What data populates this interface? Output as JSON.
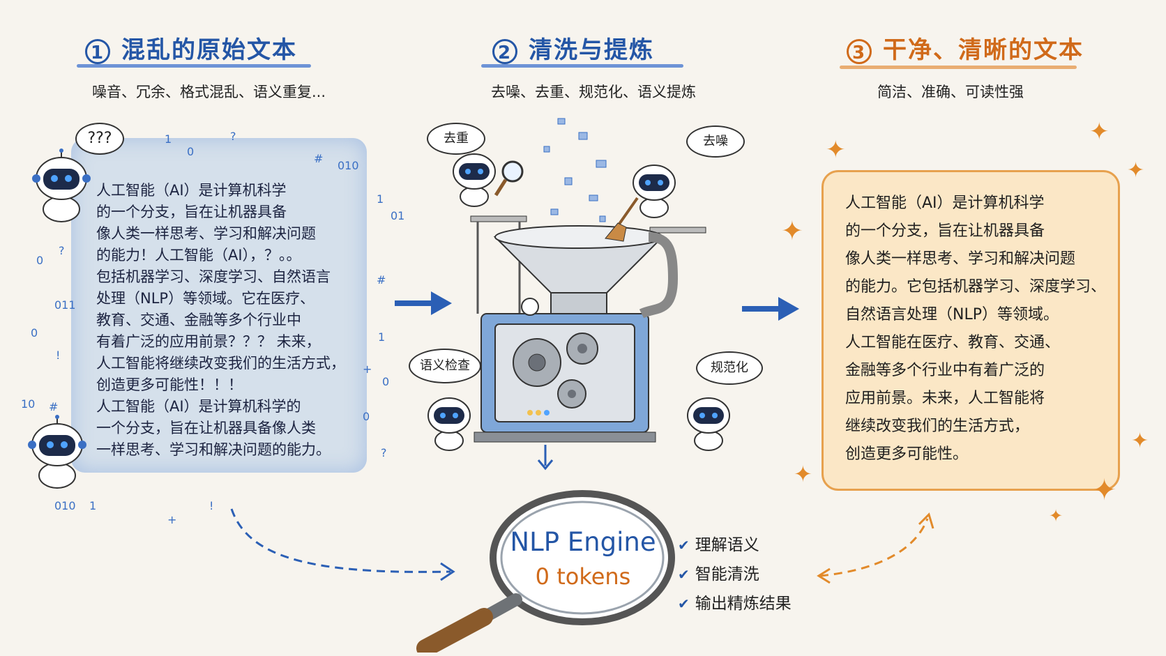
{
  "steps": [
    {
      "num": "1",
      "title": "混乱的原始文本",
      "subtitle": "噪音、冗余、格式混乱、语义重复..."
    },
    {
      "num": "2",
      "title": "清洗与提炼",
      "subtitle": "去噪、去重、规范化、语义提炼"
    },
    {
      "num": "3",
      "title": "干净、清晰的文本",
      "subtitle": "简洁、准确、可读性强"
    }
  ],
  "messy_text": "人工智能（AI）是计算机科学\n的一个分支，旨在让机器具备\n像人类一样思考、学习和解决问题\n的能力！人工智能（AI），？。。\n包括机器学习、深度学习、自然语言\n处理（NLP）等领域。它在医疗、\n教育、交通、金融等多个行业中\n有着广泛的应用前景？？？ 未来，\n人工智能将继续改变我们的生活方式，\n创造更多可能性！！！\n人工智能（AI）是计算机科学的\n一个分支，旨在让机器具备像人类\n一样思考、学习和解决问题的能力。",
  "clean_text": "人工智能（AI）是计算机科学\n的一个分支，旨在让机器具备\n像人类一样思考、学习和解决问题\n的能力。它包括机器学习、深度学习、\n自然语言处理（NLP）等领域。\n人工智能在医疗、教育、交通、\n金融等多个行业中有着广泛的\n应用前景。未来，人工智能将\n继续改变我们的生活方式，\n创造更多可能性。",
  "bubbles": {
    "confused": "???",
    "dedupe": "去重",
    "denoise": "去噪",
    "semantic_check": "语义检查",
    "normalize": "规范化"
  },
  "engine": {
    "title": "NLP Engine",
    "tokens": "0 tokens"
  },
  "features": [
    "理解语义",
    "智能清洗",
    "输出精炼结果"
  ],
  "scatter_marks": [
    "1",
    "0",
    "?",
    "#",
    "010",
    "1",
    "0",
    "?",
    "#",
    "011",
    "0",
    "!",
    "1",
    "0",
    "#",
    "0",
    "?",
    "010",
    "1",
    "+",
    "!",
    "10",
    "01",
    "+"
  ],
  "colors": {
    "blue": "#2456a6",
    "orange": "#d06a1a",
    "paper": "#f7f4ee",
    "machine_blue": "#7fa7d8"
  }
}
